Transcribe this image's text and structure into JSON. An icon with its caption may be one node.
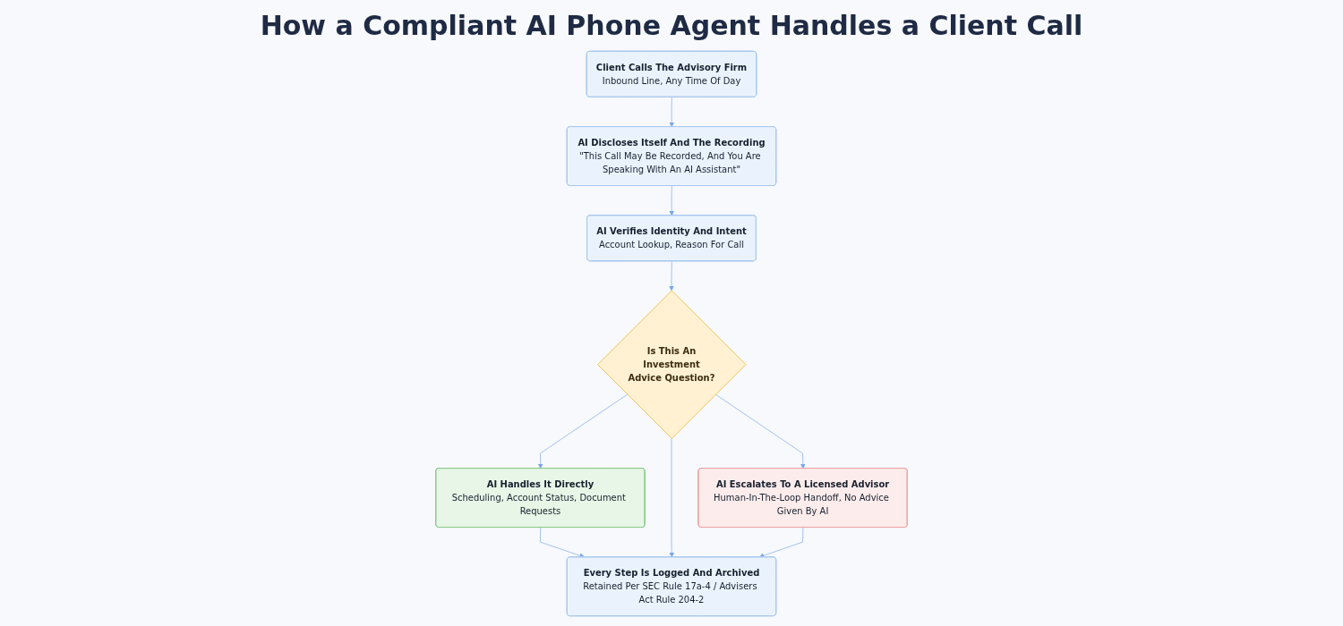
{
  "diagram": {
    "title": "How a Compliant AI Phone Agent Handles a Client Call",
    "nodes": [
      {
        "text": [
          "Client Calls The Advisory Firm",
          "Inbound Line, Any Time Of Day"
        ]
      },
      {
        "text": [
          "AI Discloses Itself And The Recording",
          "\"This Call May Be Recorded, And You Are Speaking With An AI Assistant\""
        ]
      },
      {
        "text": [
          "AI Verifies Identity And Intent",
          "Account Lookup, Reason For Call"
        ]
      },
      {
        "text": [
          "Is This An Investment Advice Question?"
        ]
      },
      {
        "text": [
          "AI Handles It Directly",
          "Scheduling, Account Status, Document Requests"
        ]
      },
      {
        "text": [
          "AI Escalates To A Licensed Advisor",
          "Human-In-The-Loop Handoff, No Advice Given By AI"
        ]
      },
      {
        "text": [
          "Every Step Is Logged And Archived",
          "Retained Per SEC Rule 17a-4 / Advisers Act Rule 204-2"
        ]
      }
    ],
    "edges": [
      {
        "from": 0,
        "to": 1,
        "arrow": "to"
      },
      {
        "from": 1,
        "to": 2,
        "arrow": "to"
      },
      {
        "from": 2,
        "to": 3,
        "arrow": "to"
      },
      {
        "from": 3,
        "to": 4,
        "arrow": "to"
      },
      {
        "from": 3,
        "to": 5,
        "arrow": "to"
      },
      {
        "from": 4,
        "to": 6,
        "arrow": "to"
      },
      {
        "from": 3,
        "to": 6,
        "arrow": "to"
      },
      {
        "from": 5,
        "to": 6,
        "arrow": "to"
      }
    ]
  }
}
